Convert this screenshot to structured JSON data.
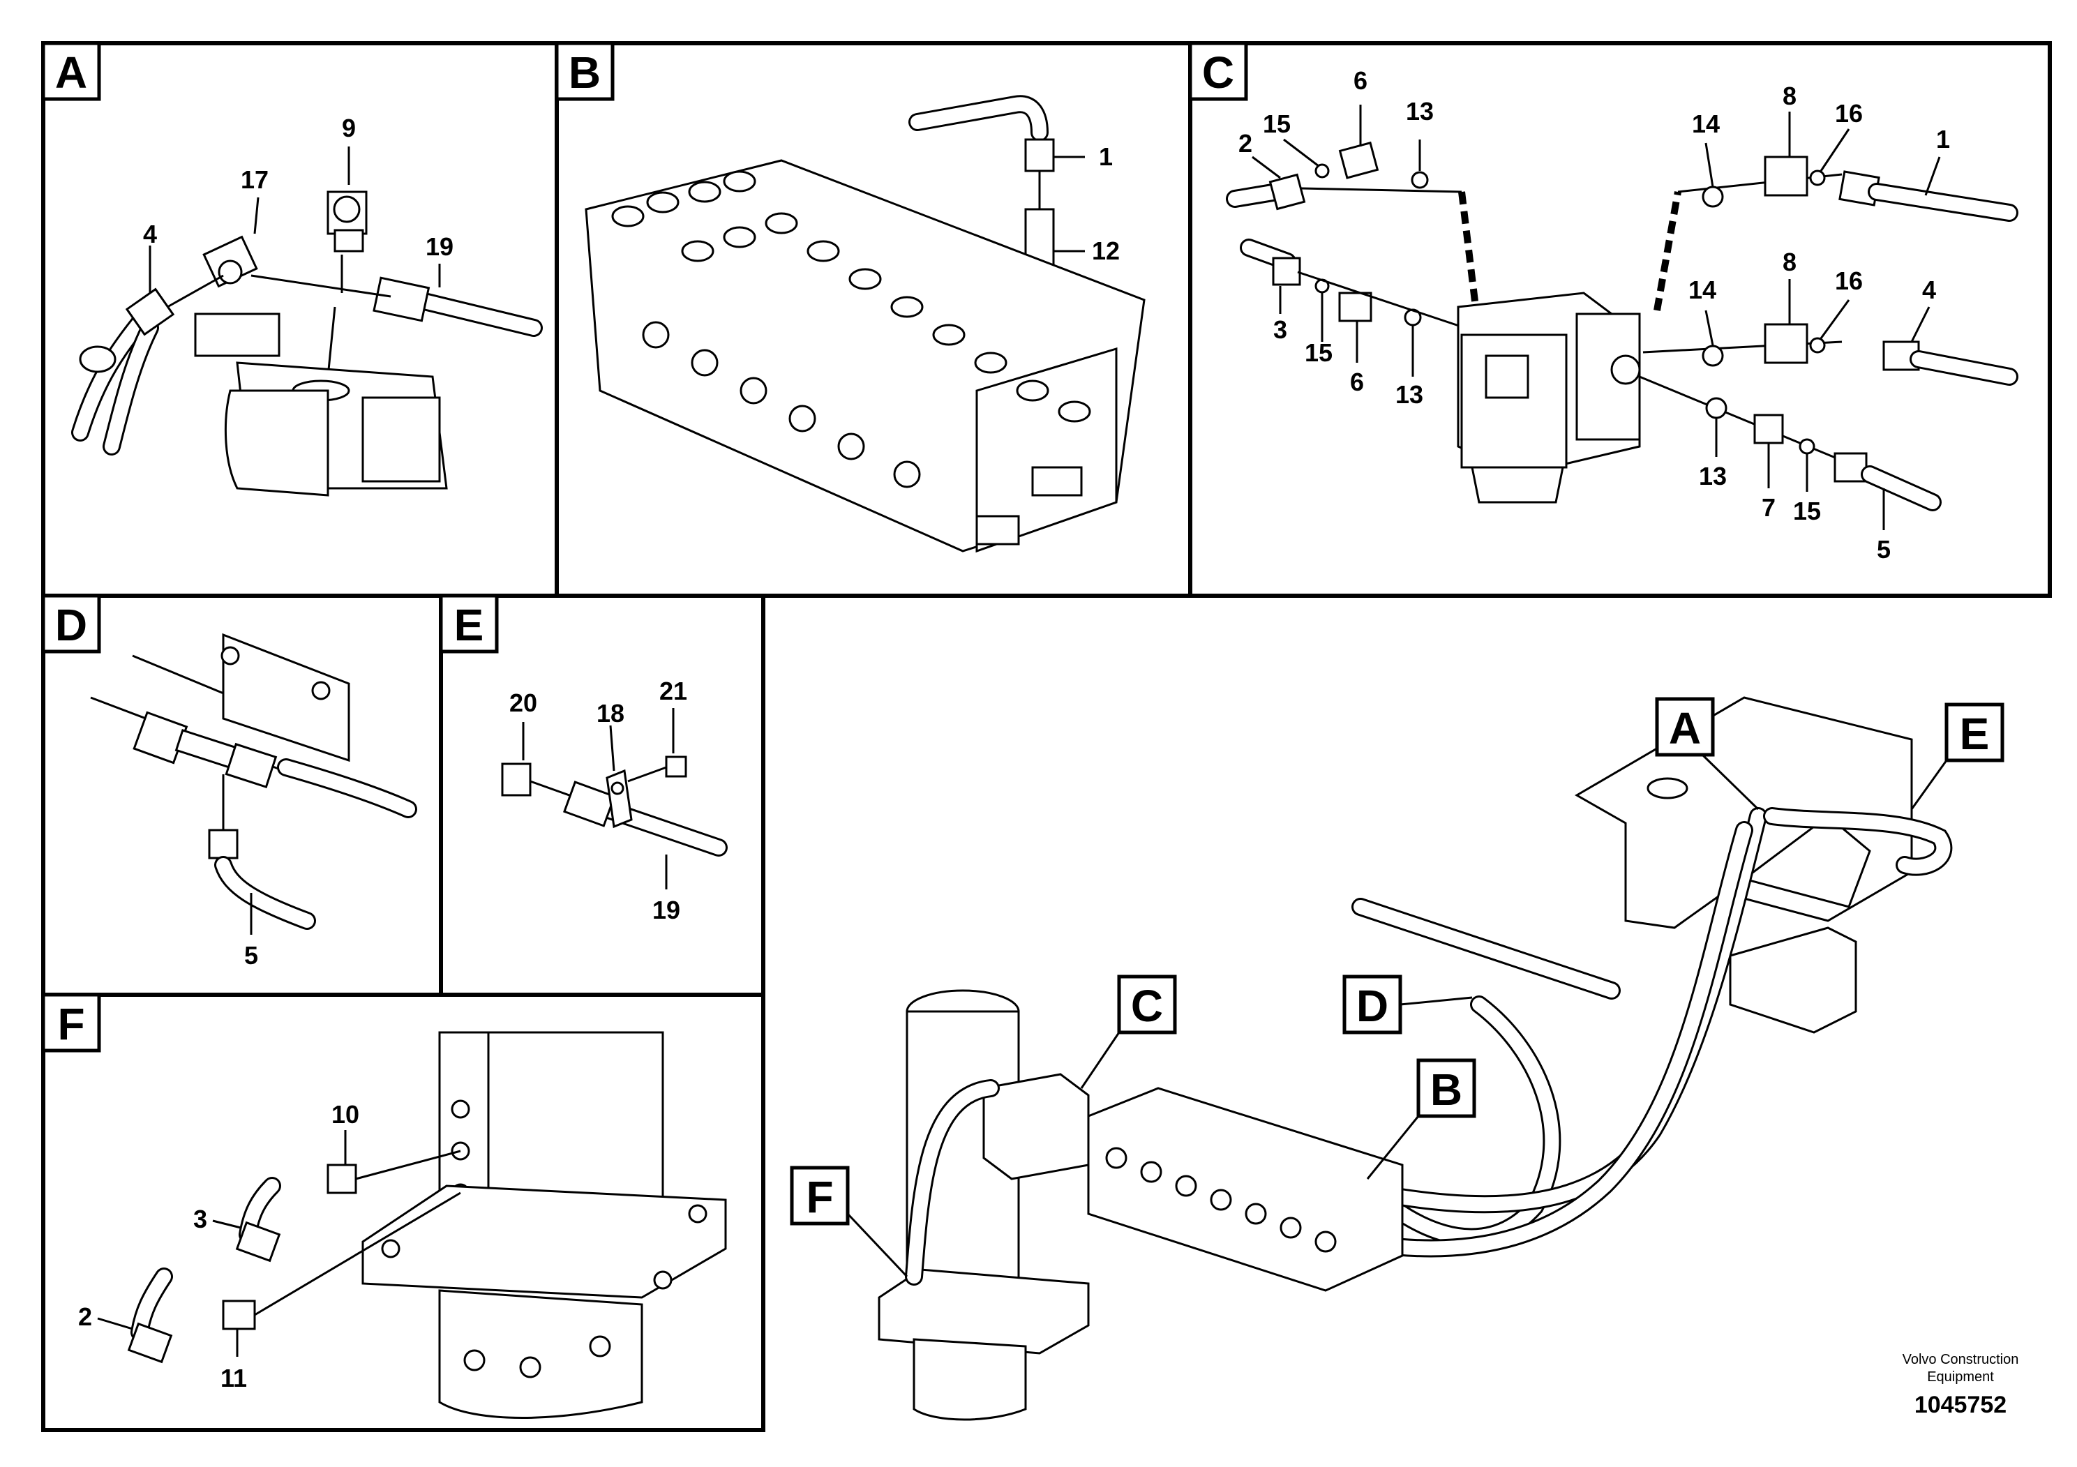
{
  "panels": {
    "A": {
      "label": "A",
      "numbers": [
        "9",
        "17",
        "4",
        "19"
      ]
    },
    "B": {
      "label": "B",
      "numbers": [
        "1",
        "12"
      ]
    },
    "C": {
      "label": "C",
      "numbers": [
        "2",
        "15",
        "6",
        "13",
        "14",
        "8",
        "16",
        "1",
        "3",
        "15",
        "6",
        "13",
        "14",
        "8",
        "16",
        "4",
        "13",
        "7",
        "15",
        "5"
      ]
    },
    "D": {
      "label": "D",
      "numbers": [
        "5"
      ]
    },
    "E": {
      "label": "E",
      "numbers": [
        "20",
        "18",
        "21",
        "19"
      ]
    },
    "F": {
      "label": "F",
      "numbers": [
        "10",
        "3",
        "2",
        "11"
      ]
    }
  },
  "overview_callouts": [
    "A",
    "E",
    "C",
    "D",
    "B",
    "F"
  ],
  "footer": {
    "company_line1": "Volvo Construction",
    "company_line2": "Equipment",
    "reference": "1045752"
  }
}
